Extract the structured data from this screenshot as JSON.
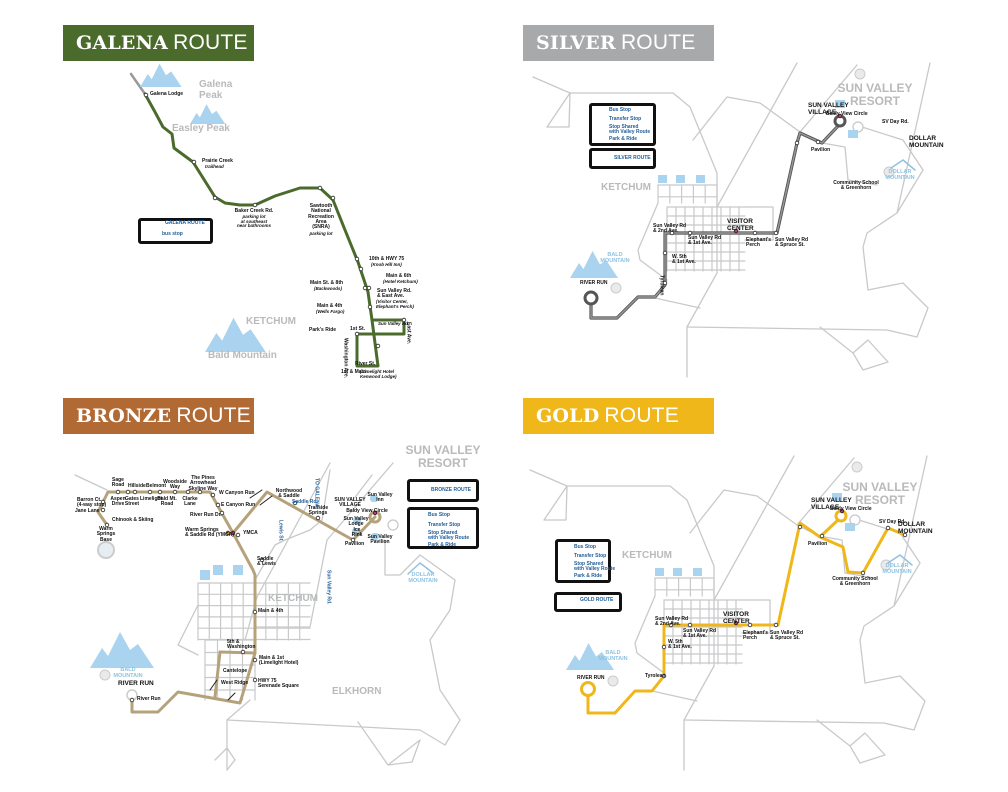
{
  "colors": {
    "galena": "#4b6b2c",
    "silver": "#a8a9ab",
    "bronze": "#b26a34",
    "gold": "#f0b71a",
    "road": "#c8c9cb",
    "road_label": "#1f5d99",
    "transfer": "#c2367a",
    "mountain": "#a9d3ee"
  },
  "galena": {
    "title_bold": "GALENA",
    "title_rest": "ROUTE",
    "legend": {
      "route": "GALENA ROUTE",
      "stop": "bus stop"
    },
    "labels": {
      "galena_lodge": "Galena Lodge",
      "galena_peak": "Galena\nPeak",
      "easley_peak": "Easley Peak",
      "prairie_creek": "Prairie Creek",
      "prairie_sub": "trailhead",
      "baker_creek": "Baker Creek Rd.",
      "baker_sub": "parking lot\nat southeast\nnear bathrooms",
      "snra": "Sawtooth\nNational\nRecreation\nArea\n(SNRA)",
      "snra_sub": "parking lot",
      "tenth": "10th & HWY 75",
      "tenth_sub": "(Knob Hill Inn)",
      "main6": "Main & 6th",
      "main6_sub": "(Hotel Ketchum)",
      "main8": "Main St. & 8th",
      "main8_sub": "(Backwoods)",
      "svr_east": "Sun Valley Rd.\n& East Ave.",
      "svr_east_sub": "(Visitor Center,\nElephant's Perch)",
      "main4": "Main & 4th",
      "main4_sub": "(Wells Fargo)",
      "ketchum": "KETCHUM",
      "bald": "Bald Mountain",
      "parks_ride": "Park's Ride",
      "first_st": "1st St.",
      "washington": "Washington Ave.",
      "east_ave": "East Ave.",
      "river_st": "River St.",
      "sun_valley_rd": "Sun Valley Rd.",
      "first_main": "1st & Main",
      "first_main_sub": "(Limelight Hotel\nKenwood Lodge)"
    }
  },
  "silver": {
    "title_bold": "SILVER",
    "title_rest": "ROUTE",
    "legend": {
      "route": "SILVER ROUTE",
      "bus_stop": "Bus Stop",
      "transfer": "Transfer Stop",
      "shared": "Stop Shared\nwith Valley Route",
      "park_ride": "Park & Ride"
    },
    "labels": {
      "ketchum": "KETCHUM",
      "resort": "SUN VALLEY\nRESORT",
      "village": "SUN VALLEY\nVILLAGE",
      "baldy_view": "Baldy View Circle",
      "sv_day": "SV Day Rd.",
      "dollar": "DOLLAR\nMOUNTAIN",
      "pavilion": "Pavilion",
      "community": "Community School\n& Greenhorn",
      "visitor": "VISITOR\nCENTER",
      "svr_2nd": "Sun Valley Rd\n& 2nd Ave.",
      "svr_1st": "Sun Valley Rd\n& 1st Ave.",
      "elephant": "Elephant's\nPerch",
      "svr_spruce": "Sun Valley Rd\n& Spruce St.",
      "w5th": "W. 5th\n& 1st Ave.",
      "tyrolean": "Tyrolean",
      "bald_mtn": "BALD\nMOUNTAIN",
      "river_run": "RIVER RUN",
      "dollar_mtn": "DOLLAR\nMOUNTAIN"
    }
  },
  "bronze": {
    "title_bold": "BRONZE",
    "title_rest": "ROUTE",
    "legend": {
      "route": "BRONZE ROUTE",
      "bus_stop": "Bus Stop",
      "transfer": "Transfer Stop",
      "shared": "Stop Shared\nwith Valley Route",
      "park_ride": "Park & Ride"
    },
    "labels": {
      "resort": "SUN VALLEY\nRESORT",
      "ketchum": "KETCHUM",
      "elkhorn": "ELKHORN",
      "river_run": "RIVER RUN",
      "river_run_stop": "River Run",
      "bald_mtn": "BALD\nMOUNTAIN",
      "dollar_mtn": "DOLLAR\nMOUNTAIN",
      "sage": "Sage\nRoad",
      "hillside": "Hillside",
      "belmont": "Belmont",
      "woodside": "Woodside\nWay",
      "pines": "The Pines\nArrowhead\nSkyline Way",
      "aspen": "Aspen\nDrive",
      "gates": "Gates\nStreet",
      "limelight": "Limelight",
      "bald_rd": "Bald Mt.\nRoad",
      "clarke": "Clarke\nLane",
      "w_canyon": "W Canyon Run",
      "e_canyon": "E Canyon Run",
      "river_run_dr": "River Run Dr.",
      "ws_saddle": "Warm Springs\n& Saddle Rd (YMCA)",
      "ymca": "YMCA",
      "barron": "Barron Ct.\n(4-way stop)",
      "jane": "Jane Lane",
      "chinook": "Chinook & Skiing",
      "ws_base": "Warm\nSprings\nBase",
      "northwood": "Northwood\n& Saddle",
      "trailside": "Trailside\nSprings",
      "village": "SUN VALLEY\nVILLAGE",
      "baldy_view": "Baldy View Circle",
      "lodge": "Sun Valley\nLodge",
      "inn": "Sun Valley\nInn",
      "rink": "Ice\nRink",
      "sv_pavilion": "Sun Valley\nPavilion",
      "pavilion": "Pavilion",
      "saddle_lewis": "Saddle\n& Lewis",
      "main4": "Main & 4th",
      "fifth_wash": "5th &\nWashington",
      "main1": "Main & 1st\n(Limelight Hotel)",
      "hwy75": "HWY 75\nSerenade Square",
      "cantelope": "Cantelope",
      "west_ridge": "West Ridge",
      "sun_valley_rd": "Sun Valley Rd.",
      "saddle_rd": "Saddle Rd.",
      "lewis": "Lewis St.",
      "to_galena": "TO GALENA"
    }
  },
  "gold": {
    "title_bold": "GOLD",
    "title_rest": "ROUTE",
    "legend": {
      "route": "GOLD ROUTE",
      "bus_stop": "Bus Stop",
      "transfer": "Transfer Stop",
      "shared": "Stop Shared\nwith Valley Route",
      "park_ride": "Park & Ride"
    },
    "labels": {
      "ketchum": "KETCHUM",
      "resort": "SUN VALLEY\nRESORT",
      "village": "SUN VALLEY\nVILLAGE",
      "baldy_view": "Baldy View Circle",
      "sv_day": "SV Day Rd.",
      "dollar": "DOLLAR\nMOUNTAIN",
      "pavilion": "Pavilion",
      "community": "Community School\n& Greenhorn",
      "visitor": "VISITOR\nCENTER",
      "svr_2nd": "Sun Valley Rd\n& 2nd Ave.",
      "svr_1st": "Sun Valley Rd\n& 1st Ave.",
      "elephant": "Elephant's\nPerch",
      "svr_spruce": "Sun Valley Rd\n& Spruce St.",
      "w5th": "W. 5th\n& 1st Ave.",
      "tyrolean": "Tyrolean",
      "bald_mtn": "BALD\nMOUNTAIN",
      "river_run": "RIVER RUN",
      "dollar_mtn": "DOLLAR\nMOUNTAIN"
    }
  }
}
